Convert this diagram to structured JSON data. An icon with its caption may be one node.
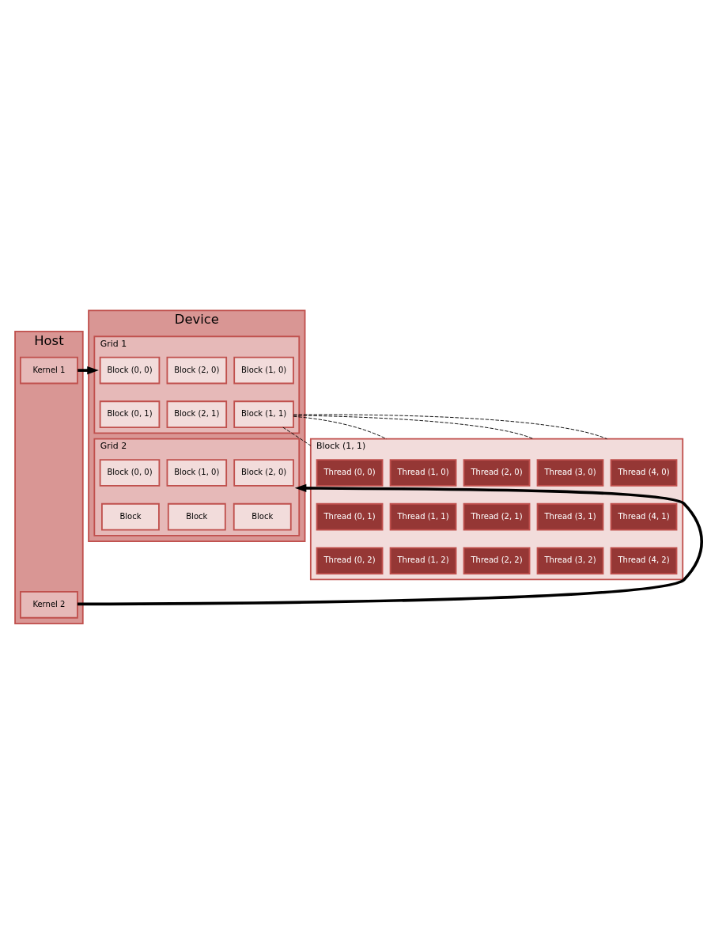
{
  "diagram": {
    "nodes": [
      {
        "text": [
          "Host"
        ]
      },
      {
        "text": [
          "Kernel 1"
        ],
        "in": 0
      },
      {
        "text": [
          "Kernel 2"
        ],
        "in": 0
      },
      {
        "text": [
          "Device"
        ]
      },
      {
        "text": [
          "Grid 1"
        ],
        "in": 3
      },
      {
        "text": [
          "Block (0, 0)"
        ],
        "in": 4
      },
      {
        "text": [
          "Block (1, 0)"
        ],
        "in": 4
      },
      {
        "text": [
          "Block (2, 0)"
        ],
        "in": 4
      },
      {
        "text": [
          "Block (0, 1)"
        ],
        "in": 4
      },
      {
        "text": [
          "Block (1, 1)"
        ],
        "in": 4
      },
      {
        "text": [
          "Block (2, 1)"
        ],
        "in": 4
      },
      {
        "text": [
          "Grid 2"
        ],
        "in": 3
      },
      {
        "text": [
          "Block (0, 0)"
        ],
        "in": 11
      },
      {
        "text": [
          "Block (1, 0)"
        ],
        "in": 11
      },
      {
        "text": [
          "Block (2, 0)"
        ],
        "in": 11
      },
      {
        "text": [
          "Block"
        ],
        "in": 11
      },
      {
        "text": [
          "Block"
        ],
        "in": 11
      },
      {
        "text": [
          "Block"
        ],
        "in": 11
      },
      {
        "text": [
          "Block (1, 1)"
        ]
      },
      {
        "text": [
          "Thread (0, 0)"
        ],
        "in": 18
      },
      {
        "text": [
          "Thread (1, 0)"
        ],
        "in": 18
      },
      {
        "text": [
          "Thread (2, 0)"
        ],
        "in": 18
      },
      {
        "text": [
          "Thread (3, 0)"
        ],
        "in": 18
      },
      {
        "text": [
          "Thread (4, 0)"
        ],
        "in": 18
      },
      {
        "text": [
          "Thread (0, 1)"
        ],
        "in": 18
      },
      {
        "text": [
          "Thread (1, 1)"
        ],
        "in": 18
      },
      {
        "text": [
          "Thread (2, 1)"
        ],
        "in": 18
      },
      {
        "text": [
          "Thread (3, 1)"
        ],
        "in": 18
      },
      {
        "text": [
          "Thread (4, 1)"
        ],
        "in": 18
      },
      {
        "text": [
          "Thread (0, 2)"
        ],
        "in": 18
      },
      {
        "text": [
          "Thread (1, 2)"
        ],
        "in": 18
      },
      {
        "text": [
          "Thread (2, 2)"
        ],
        "in": 18
      },
      {
        "text": [
          "Thread (3, 2)"
        ],
        "in": 18
      },
      {
        "text": [
          "Thread (4, 2)"
        ],
        "in": 18
      }
    ],
    "edges": [
      {
        "from": 1,
        "to": 4,
        "arrow": "to",
        "style": "thick"
      },
      {
        "from": 2,
        "to": 11,
        "arrow": "to",
        "style": "thick"
      },
      {
        "from": 9,
        "to": 18,
        "arrow": "none",
        "style": "dashed"
      },
      {
        "from": 9,
        "to": 18,
        "arrow": "none",
        "style": "dashed"
      },
      {
        "from": 9,
        "to": 18,
        "arrow": "none",
        "style": "dashed"
      },
      {
        "from": 9,
        "to": 18,
        "arrow": "none",
        "style": "dashed"
      }
    ]
  }
}
